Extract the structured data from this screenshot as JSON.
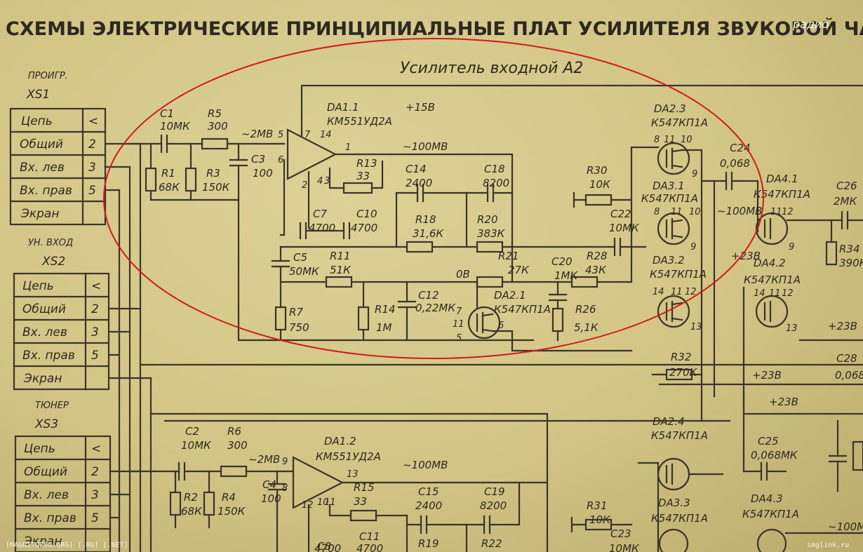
{
  "title": "СХЕМЫ ЭЛЕКТРИЧЕСКИЕ ПРИНЦИПИАЛЬНЫЕ ПЛАТ УСИЛИТЕЛЯ ЗВУКОВОЙ ЧАСТО",
  "block_title": "Усилитель входной А2",
  "connectors": [
    {
      "name": "ПРОИГР.",
      "ref": "XS1",
      "rows": [
        [
          "Цепь",
          "<"
        ],
        [
          "Общий",
          "2"
        ],
        [
          "Вх. лев",
          "3"
        ],
        [
          "Вх. прав",
          "5"
        ],
        [
          "Экран",
          ""
        ]
      ]
    },
    {
      "name": "УН. ВХОД",
      "ref": "XS2",
      "rows": [
        [
          "Цепь",
          "<"
        ],
        [
          "Общий",
          "2"
        ],
        [
          "Вх. лев",
          "3"
        ],
        [
          "Вх. прав",
          "5"
        ],
        [
          "Экран",
          ""
        ]
      ]
    },
    {
      "name": "ТЮНЕР",
      "ref": "XS3",
      "rows": [
        [
          "Цепь",
          "<"
        ],
        [
          "Общий",
          "2"
        ],
        [
          "Вх. лев",
          "3"
        ],
        [
          "Вх. прав",
          "5"
        ],
        [
          "Экран",
          ""
        ]
      ]
    }
  ],
  "components": {
    "C1": {
      "ref": "C1",
      "value": "10МК"
    },
    "R5": {
      "ref": "R5",
      "value": "300"
    },
    "R1": {
      "ref": "R1",
      "value": "68К"
    },
    "R3": {
      "ref": "R3",
      "value": "150К"
    },
    "C3": {
      "ref": "C3",
      "value": "100"
    },
    "DA11": {
      "ref": "DA1.1",
      "value": "КМ551УД2А"
    },
    "R13": {
      "ref": "R13",
      "value": "33"
    },
    "C14": {
      "ref": "C14",
      "value": "2400"
    },
    "C18": {
      "ref": "C18",
      "value": "8200"
    },
    "R18": {
      "ref": "R18",
      "value": "31,6К"
    },
    "R20": {
      "ref": "R20",
      "value": "383К"
    },
    "C7": {
      "ref": "C7",
      "value": "4700"
    },
    "C10": {
      "ref": "C10",
      "value": "4700"
    },
    "C5": {
      "ref": "C5",
      "value": "50МК"
    },
    "R11": {
      "ref": "R11",
      "value": "51К"
    },
    "R7": {
      "ref": "R7",
      "value": "750"
    },
    "R14": {
      "ref": "R14",
      "value": "1М"
    },
    "C12": {
      "ref": "C12",
      "value": "0,22МК"
    },
    "DA21": {
      "ref": "DA2.1",
      "value": "К547КП1А"
    },
    "R21": {
      "ref": "R21",
      "value": "27К"
    },
    "C20": {
      "ref": "C20",
      "value": "1МК"
    },
    "R28": {
      "ref": "R28",
      "value": "43К"
    },
    "R26": {
      "ref": "R26",
      "value": "5,1К"
    },
    "R30": {
      "ref": "R30",
      "value": "10К"
    },
    "C22": {
      "ref": "C22",
      "value": "10МК"
    },
    "DA23": {
      "ref": "DA2.3",
      "value": "К547КП1А"
    },
    "DA31": {
      "ref": "DA3.1",
      "value": "К547КП1А"
    },
    "DA32": {
      "ref": "DA3.2",
      "value": "К547КП1А"
    },
    "C24": {
      "ref": "C24",
      "value": "0,068"
    },
    "DA41": {
      "ref": "DA4.1",
      "value": "К547КП1А"
    },
    "DA42": {
      "ref": "DA4.2",
      "value": "К547КП1А"
    },
    "C26": {
      "ref": "C26",
      "value": "2МК"
    },
    "R34": {
      "ref": "R34",
      "value": "390К"
    },
    "R32": {
      "ref": "R32",
      "value": "270К"
    },
    "C28": {
      "ref": "C28",
      "value": "0,068"
    },
    "C2": {
      "ref": "C2",
      "value": "10МК"
    },
    "R6": {
      "ref": "R6",
      "value": "300"
    },
    "R2": {
      "ref": "R2",
      "value": "68К"
    },
    "R4": {
      "ref": "R4",
      "value": "150К"
    },
    "C4": {
      "ref": "C4",
      "value": "100"
    },
    "DA12": {
      "ref": "DA1.2",
      "value": "КМ551УД2А"
    },
    "R15": {
      "ref": "R15",
      "value": "33"
    },
    "C15": {
      "ref": "C15",
      "value": "2400"
    },
    "C19": {
      "ref": "C19",
      "value": "8200"
    },
    "R19": {
      "ref": "R19",
      "value": ""
    },
    "R22": {
      "ref": "R22",
      "value": ""
    },
    "C8": {
      "ref": "C8",
      "value": "4700"
    },
    "C11": {
      "ref": "C11",
      "value": "4700"
    },
    "DA24": {
      "ref": "DA2.4",
      "value": "К547КП1А"
    },
    "DA33": {
      "ref": "DA3.3",
      "value": "К547КП1А"
    },
    "DA43": {
      "ref": "DA4.3",
      "value": "К547КП1А"
    },
    "C25": {
      "ref": "C25",
      "value": "0,068МК"
    },
    "R31": {
      "ref": "R31",
      "value": "10К"
    },
    "C23": {
      "ref": "C23",
      "value": "10МК"
    }
  },
  "nets": {
    "v2mv_a": "~2МВ",
    "v2mv_b": "~2МВ",
    "v100mv_a": "~100МВ",
    "v100mv_b": "~100МВ",
    "v100mv_c": "~100МВ",
    "v100mv_d": "~100МВ",
    "plus15": "+15В",
    "ov": "0В",
    "plus23_a": "+23В",
    "plus23_b": "+23В",
    "plus23_c": "+23В",
    "plus23_d": "+23В"
  },
  "pins": {
    "p5": "5",
    "p6": "6",
    "p7": "7",
    "p14": "14",
    "p1": "1",
    "p2": "2",
    "p4": "4",
    "p3": "3",
    "p8a": "8",
    "p11a": "11",
    "p10a": "10",
    "p9a": "9",
    "p8b": "8",
    "p11b": "11",
    "p10b": "10",
    "p9b": "9",
    "p14c": "14",
    "p11c": "11",
    "p12c": "12",
    "p13c": "13",
    "p7d": "7",
    "p11d": "11",
    "p5d": "5",
    "p6d": "6",
    "p9e": "9",
    "p8e": "8",
    "p13e": "13",
    "p12e": "12",
    "p10e": "10",
    "p11e": "11",
    "p11f": "11",
    "p12f": "12",
    "p9f": "9",
    "p14g": "14",
    "p11g": "11",
    "p12g": "12",
    "p13g": "13"
  },
  "watermark_left": "[MAGNITOFON.ORG] [.RU] [.NET]",
  "watermark_right": "imglink.ru",
  "logo_top_right": "радио"
}
